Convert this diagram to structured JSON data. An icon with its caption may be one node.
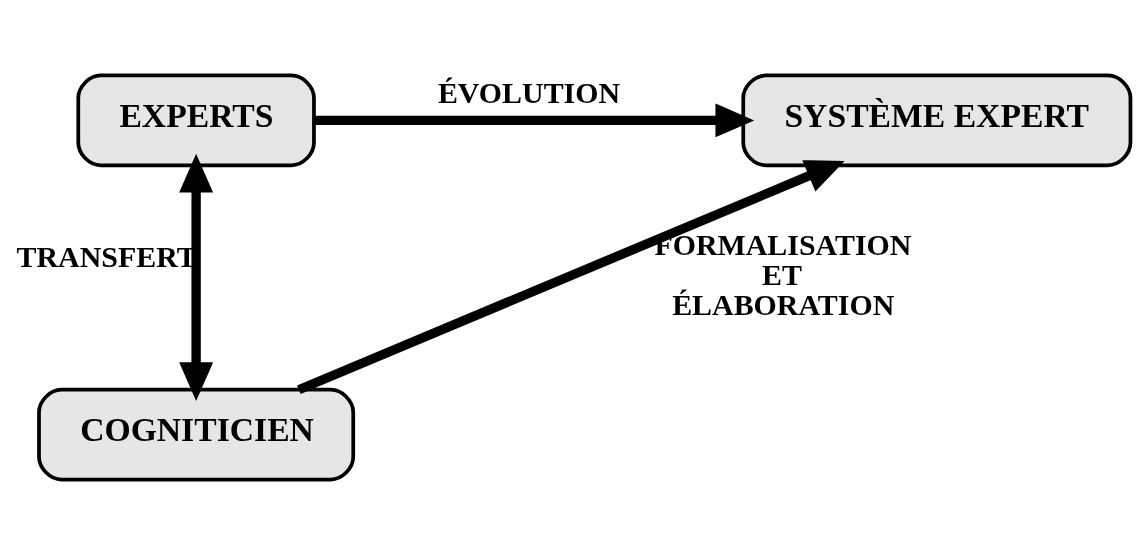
{
  "diagram": {
    "nodes": [
      {
        "text": [
          "EXPERTS"
        ]
      },
      {
        "text": [
          "SYSTÈME EXPERT"
        ]
      },
      {
        "text": [
          "COGNITICIEN"
        ]
      }
    ],
    "edges": [
      {
        "from": 0,
        "to": 1,
        "arrow": "to",
        "label": "ÉVOLUTION"
      },
      {
        "from": 0,
        "to": 2,
        "arrow": "both",
        "label": "TRANSFERT"
      },
      {
        "from": 2,
        "to": 1,
        "arrow": "to",
        "label": "FORMALISATION ET ÉLABORATION"
      }
    ]
  }
}
